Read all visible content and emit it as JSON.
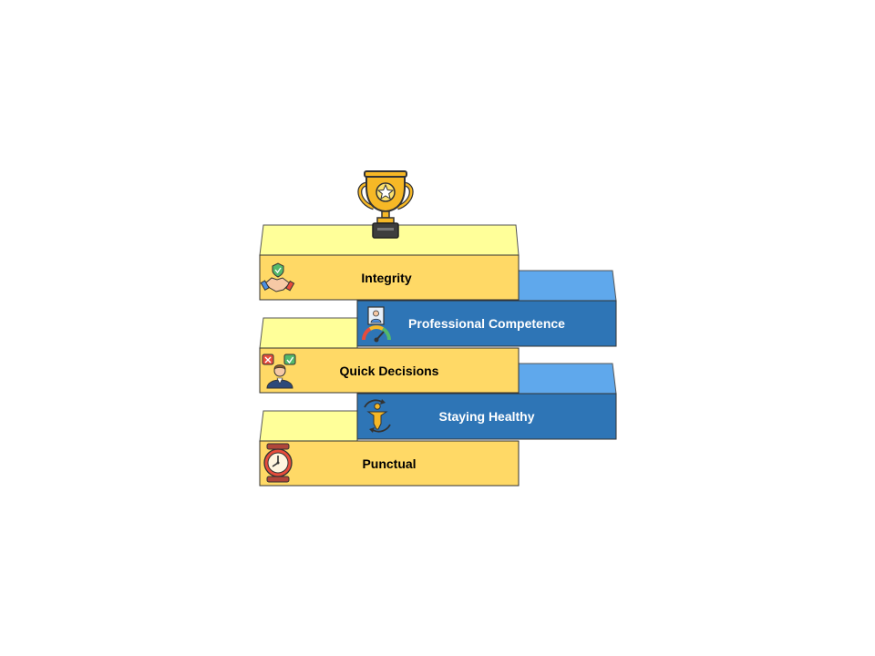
{
  "steps": [
    {
      "label": "Integrity",
      "icon": "handshake-shield-icon",
      "color": "#FFD966"
    },
    {
      "label": "Professional Competence",
      "icon": "badge-gauge-icon",
      "color": "#2E75B6"
    },
    {
      "label": "Quick Decisions",
      "icon": "decision-person-icon",
      "color": "#FFD966"
    },
    {
      "label": "Staying Healthy",
      "icon": "healthy-person-icon",
      "color": "#2E75B6"
    },
    {
      "label": "Punctual",
      "icon": "clock-icon",
      "color": "#FFD966"
    }
  ],
  "top_icon": "trophy-icon",
  "colors": {
    "yellow_front": "#FFD966",
    "yellow_top": "#FFFF99",
    "blue_front": "#2E75B6",
    "blue_top": "#5FA8EC"
  }
}
